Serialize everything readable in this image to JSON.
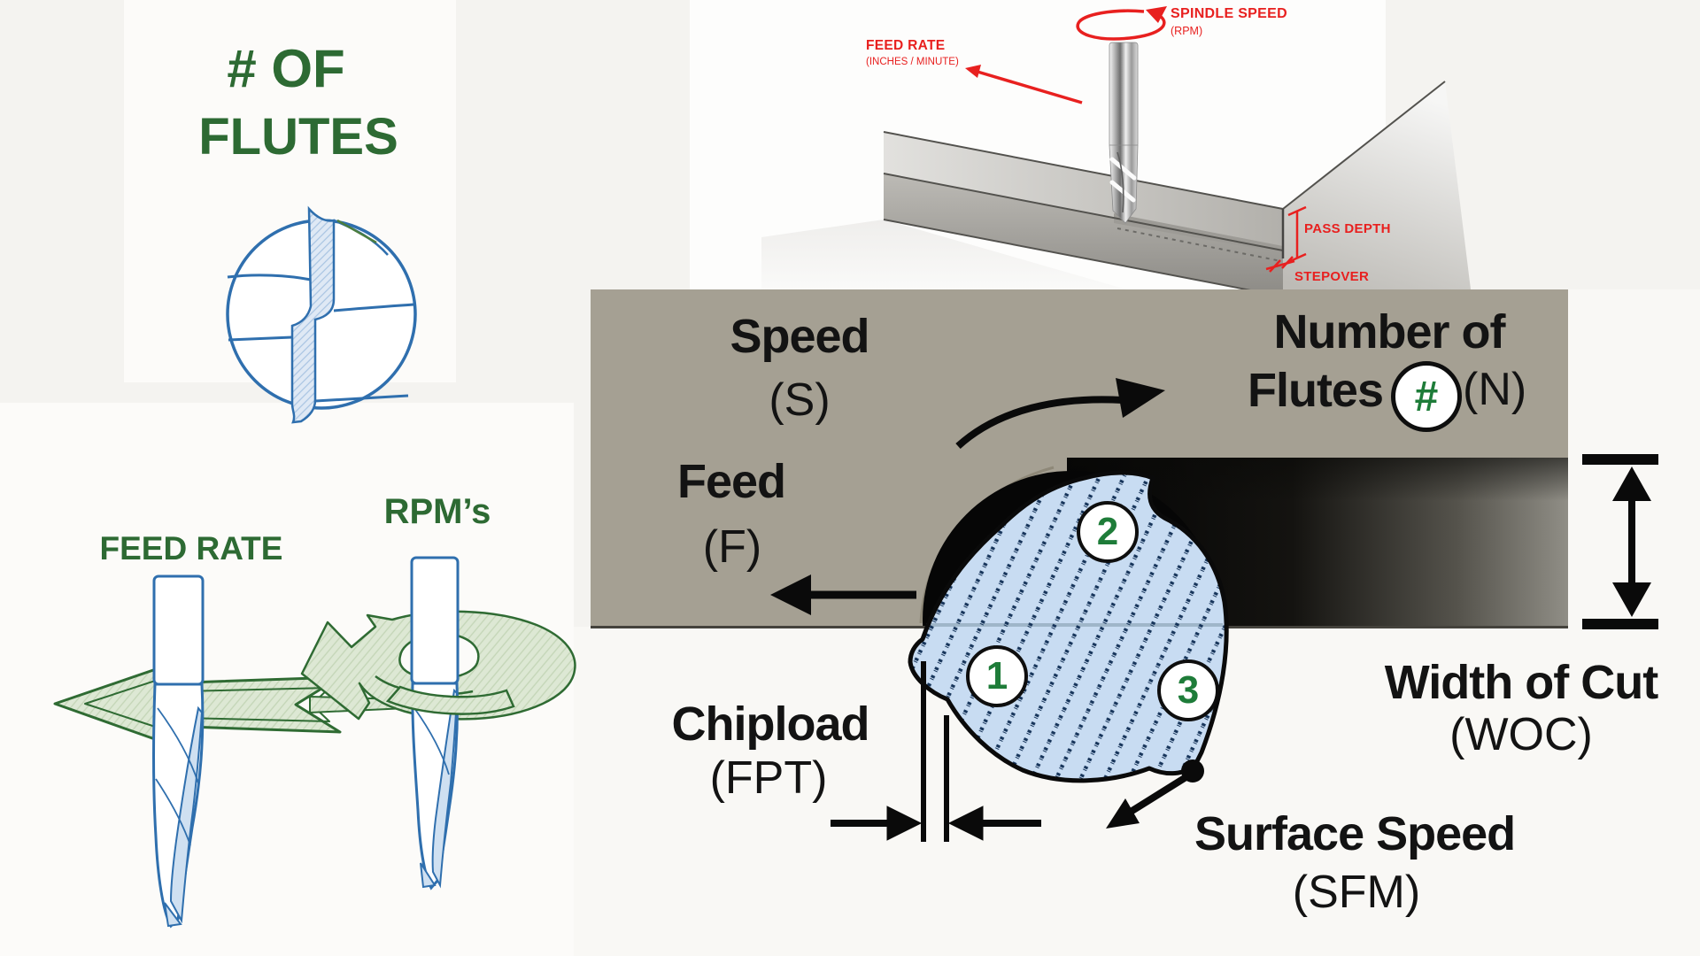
{
  "left_top": {
    "title_line1": "# OF",
    "title_line2": "FLUTES"
  },
  "left_bottom": {
    "feed_rate_label": "FEED RATE",
    "rpm_label": "RPM’s"
  },
  "machining_illustration": {
    "spindle_speed_label": "SPINDLE SPEED",
    "spindle_speed_unit": "(RPM)",
    "feed_rate_label": "FEED RATE",
    "feed_rate_unit": "(INCHES / MINUTE)",
    "pass_depth_label": "PASS DEPTH",
    "stepover_label": "STEPOVER"
  },
  "cutting_diagram": {
    "speed_label": "Speed",
    "speed_symbol": "(S)",
    "feed_label": "Feed",
    "feed_symbol": "(F)",
    "flutes_label_line1": "Number of",
    "flutes_label_line2": "Flutes",
    "flutes_hash": "#",
    "flutes_symbol": "(N)",
    "chipload_label": "Chipload",
    "chipload_symbol": "(FPT)",
    "width_of_cut_label": "Width of Cut",
    "width_of_cut_symbol": "(WOC)",
    "surface_speed_label": "Surface Speed",
    "surface_speed_symbol": "(SFM)",
    "flute_1": "1",
    "flute_2": "2",
    "flute_3": "3"
  },
  "colors": {
    "heading_green": "#2d6a33",
    "number_green": "#1e7c39",
    "label_red": "#e8201f",
    "material_tan": "#a5a093",
    "cutter_fill": "#c8dcf2",
    "drawing_blue": "#2f6fae",
    "arrow_green_fill": "#dde8d4",
    "arrow_green_stroke": "#2f6b33",
    "diagram_black": "#111111"
  }
}
